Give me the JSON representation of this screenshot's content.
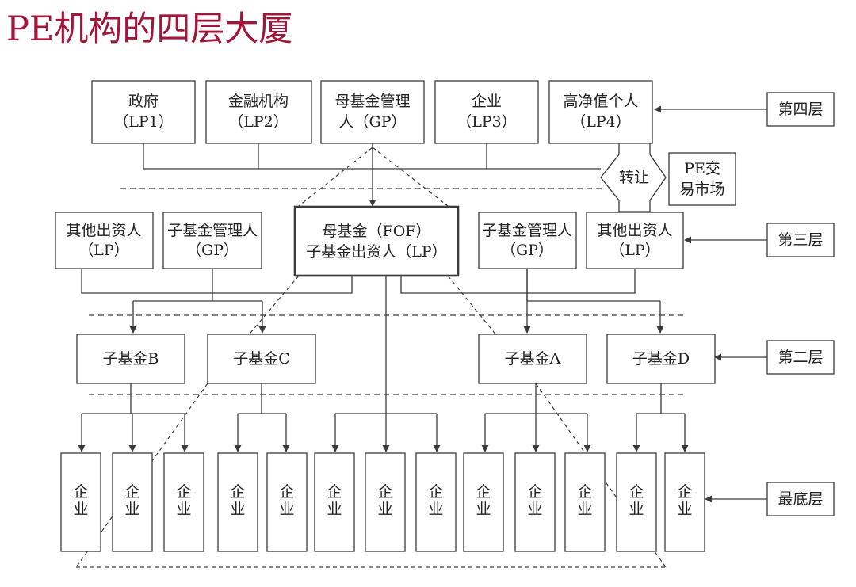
{
  "title": "PE机构的四层大厦",
  "layer_labels": {
    "fourth": "第四层",
    "third": "第三层",
    "second": "第二层",
    "bottom": "最底层"
  },
  "top_lps": [
    {
      "line1": "政府",
      "line2": "（LP1）"
    },
    {
      "line1": "金融机构",
      "line2": "（LP2）"
    },
    {
      "line1": "母基金管理",
      "line2": "人（GP）"
    },
    {
      "line1": "企业",
      "line2": "（LP3）"
    },
    {
      "line1": "高净值个人",
      "line2": "（LP4）"
    }
  ],
  "transfer": "转让",
  "pe_market": {
    "line1": "PE交",
    "line2": "易市场"
  },
  "third_layer": {
    "other_investors_left": {
      "line1": "其他出资人",
      "line2": "（LP）"
    },
    "sub_gp_left": {
      "line1": "子基金管理人",
      "line2": "（GP）"
    },
    "fof": {
      "line1": "母基金（FOF）",
      "line2": "子基金出资人（LP）"
    },
    "sub_gp_right": {
      "line1": "子基金管理人",
      "line2": "（GP）"
    },
    "other_investors_right": {
      "line1": "其他出资人",
      "line2": "（LP）"
    }
  },
  "sub_funds": [
    "子基金B",
    "子基金C",
    "子基金A",
    "子基金D"
  ],
  "enterprise": {
    "char1": "企",
    "char2": "业"
  }
}
